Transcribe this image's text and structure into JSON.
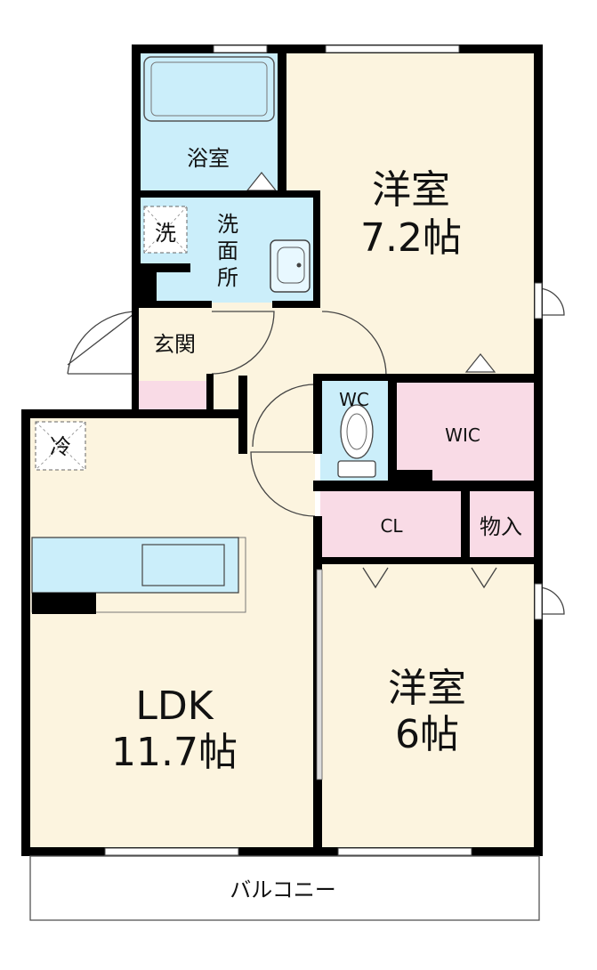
{
  "rooms": {
    "bath": "浴室",
    "washroom": [
      "洗",
      "面",
      "所"
    ],
    "washer": "洗",
    "entrance": "玄関",
    "western1": [
      "洋室",
      "7.2帖"
    ],
    "wc": "WC",
    "wic": "WIC",
    "cl": "CL",
    "storage": "物入",
    "fridge": "冷",
    "ldk": [
      "LDK",
      "11.7帖"
    ],
    "western2": [
      "洋室",
      "6帖"
    ],
    "balcony": "バルコニー"
  },
  "colors": {
    "floor_beige": "#fcf4df",
    "wet_blue": "#cbeefa",
    "storage_pink": "#f9dbe6",
    "wall": "#000000"
  }
}
